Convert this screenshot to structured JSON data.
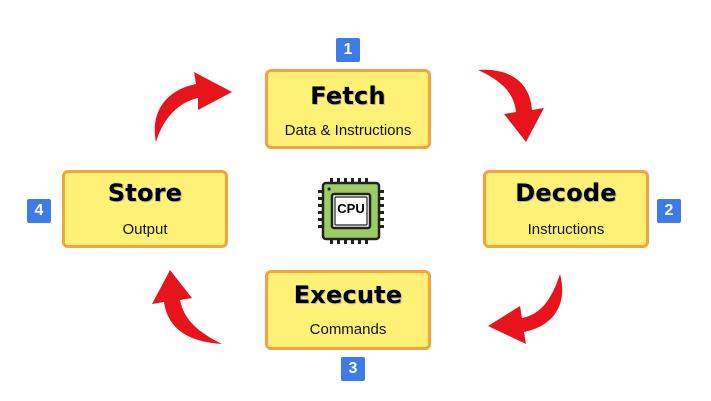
{
  "diagram": {
    "steps": [
      {
        "number": "1",
        "title": "Fetch",
        "subtitle": "Data & Instructions"
      },
      {
        "number": "2",
        "title": "Decode",
        "subtitle": "Instructions"
      },
      {
        "number": "3",
        "title": "Execute",
        "subtitle": "Commands"
      },
      {
        "number": "4",
        "title": "Store",
        "subtitle": "Output"
      }
    ],
    "center": {
      "label": "CPU",
      "icon": "cpu-chip-icon"
    },
    "colors": {
      "box_fill": "#fff176",
      "box_border": "#f4a343",
      "badge": "#3d7be7",
      "arrow": "#e8141c",
      "chip_green": "#9ccc65"
    }
  }
}
